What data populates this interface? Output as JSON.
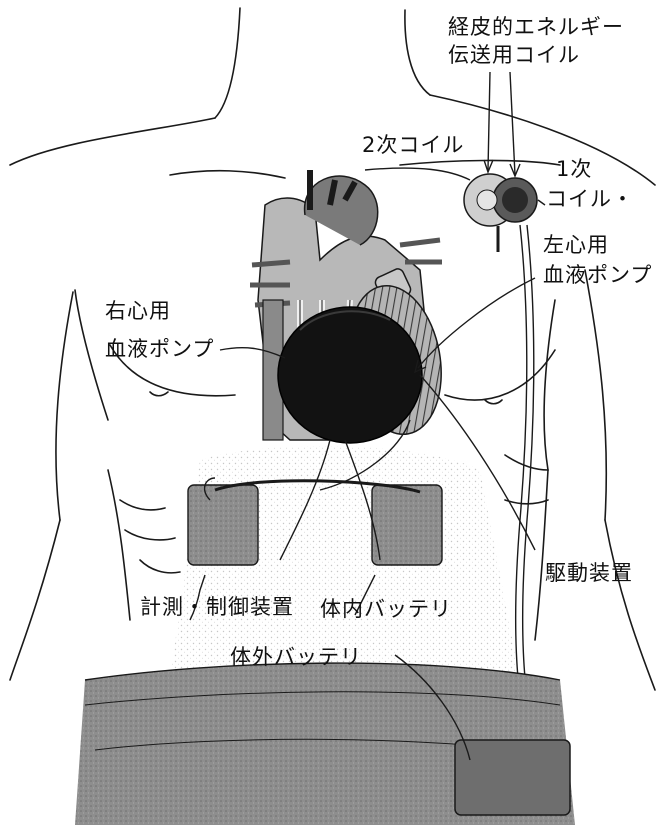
{
  "labels": {
    "tet_coil_line1": "経皮的エネルギー",
    "tet_coil_line2": "伝送用コイル",
    "secondary_coil": "2次コイル",
    "primary_coil_line1": "1次",
    "primary_coil_line2": "コイル・",
    "left_pump_line1": "左心用",
    "left_pump_line2": "血液ポンプ",
    "right_pump_line1": "右心用",
    "right_pump_line2": "血液ポンプ",
    "drive_unit": "駆動装置",
    "controller": "計測・制御装置",
    "internal_battery": "体内バッテリ",
    "external_battery": "体外バッテリ"
  },
  "colors": {
    "line": "#1a1a1a",
    "heart_dark": "#121212",
    "device_gray": "#9a9a9a",
    "belt_gray": "#8c8c8c",
    "belt_dark": "#6e6e6e"
  }
}
